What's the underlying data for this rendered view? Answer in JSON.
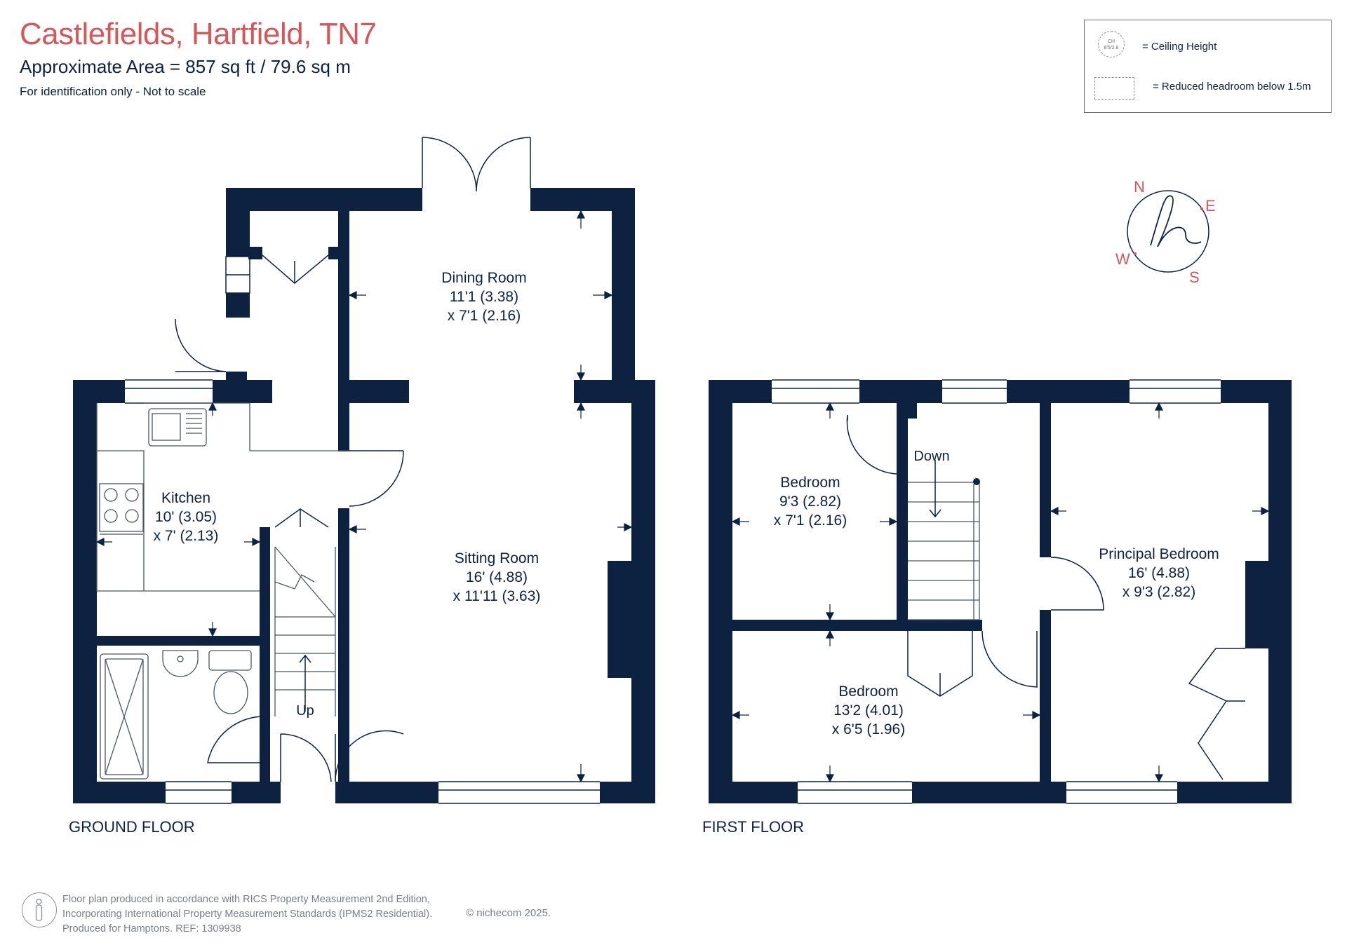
{
  "header": {
    "title": "Castlefields, Hartfield, TN7",
    "area": "Approximate Area = 857 sq ft / 79.6  sq m",
    "note": "For identification only - Not to scale"
  },
  "legend": {
    "ch_symbol_top": "CH",
    "ch_symbol_bottom": "8'5/2.6",
    "ceiling_height": "= Ceiling Height",
    "reduced_headroom": "= Reduced headroom below 1.5m"
  },
  "compass": {
    "n": "N",
    "e": "E",
    "s": "S",
    "w": "W"
  },
  "rooms": {
    "dining": {
      "name": "Dining Room",
      "dim1": "11'1 (3.38)",
      "dim2": "x 7'1 (2.16)"
    },
    "kitchen": {
      "name": "Kitchen",
      "dim1": "10' (3.05)",
      "dim2": "x 7' (2.13)"
    },
    "sitting": {
      "name": "Sitting Room",
      "dim1": "16' (4.88)",
      "dim2": "x 11'11 (3.63)"
    },
    "bedroom1": {
      "name": "Bedroom",
      "dim1": "9'3 (2.82)",
      "dim2": "x 7'1 (2.16)"
    },
    "bedroom2": {
      "name": "Bedroom",
      "dim1": "13'2 (4.01)",
      "dim2": "x 6'5 (1.96)"
    },
    "principal": {
      "name": "Principal Bedroom",
      "dim1": "16' (4.88)",
      "dim2": "x 9'3 (2.82)"
    }
  },
  "labels": {
    "ground_floor": "GROUND FLOOR",
    "first_floor": "FIRST FLOOR",
    "up": "Up",
    "down": "Down"
  },
  "footer": {
    "line1": "Floor plan produced in accordance with RICS Property Measurement 2nd Edition,",
    "line2": "Incorporating International Property Measurement Standards (IPMS2 Residential).",
    "line3": "Produced for Hamptons.   REF:  1309938",
    "copyright": "© nichecom 2025."
  },
  "colors": {
    "wall": "#0d2240",
    "accent": "#d4575a",
    "muted": "#7a7f87"
  }
}
